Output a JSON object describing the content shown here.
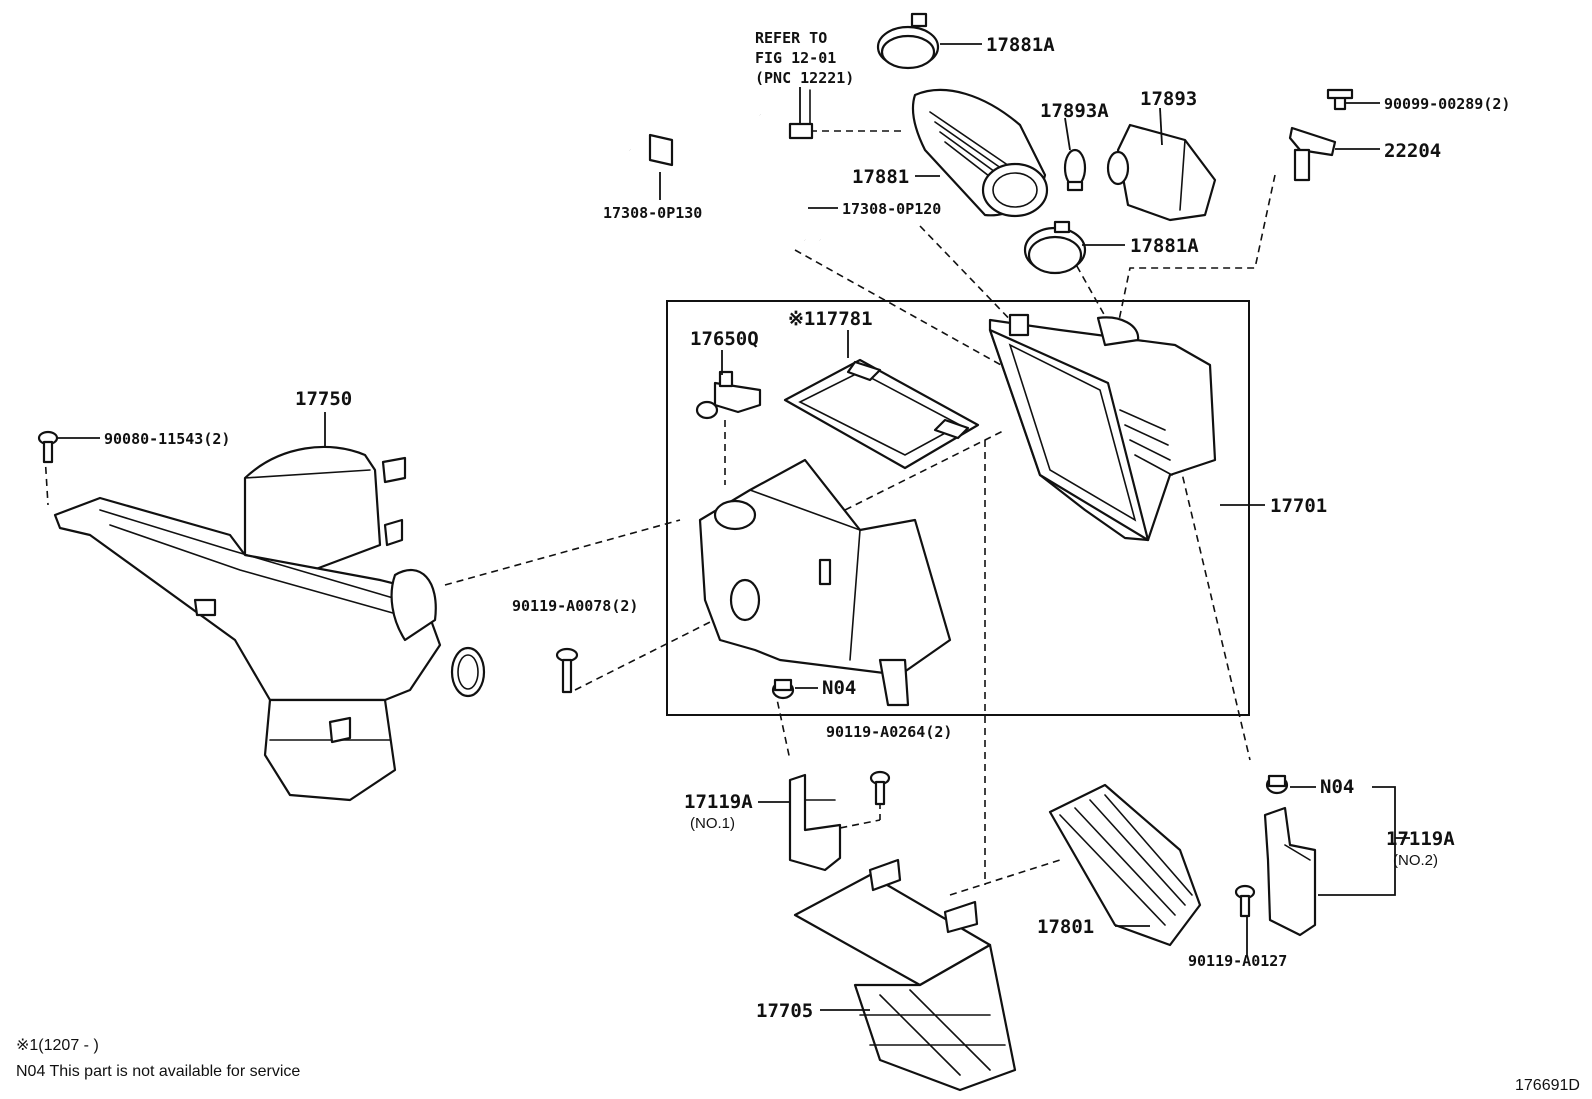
{
  "parts": {
    "p17881a_top": "17881A",
    "refer_line1": "REFER TO",
    "refer_line2": "FIG 12-01",
    "refer_line3": "(PNC 12221)",
    "p17893a": "17893A",
    "p17893": "17893",
    "p90099": "90099-00289(2)",
    "p22204": "22204",
    "p17881": "17881",
    "p17308_130": "17308-0P130",
    "p17308_120": "17308-0P120",
    "p17881a_bottom": "17881A",
    "p17781": "※117781",
    "p17650q": "17650Q",
    "p17750": "17750",
    "p90080": "90080-11543(2)",
    "p17701": "17701",
    "p90119_a0078": "90119-A0078(2)",
    "p_n04_center": "N04",
    "p90119_a0264": "90119-A0264(2)",
    "p17119a_no1": "17119A",
    "p17119a_no1_sub": "(NO.1)",
    "p_n04_right": "N04",
    "p17119a_no2": "17119A",
    "p17119a_no2_sub": "(NO.2)",
    "p17801": "17801",
    "p90119_a0127": "90119-A0127",
    "p17705": "17705"
  },
  "footnotes": {
    "note1": "※1(1207 -        )",
    "note2": "N04 This part is not available for service"
  },
  "figure_id": "176691D"
}
